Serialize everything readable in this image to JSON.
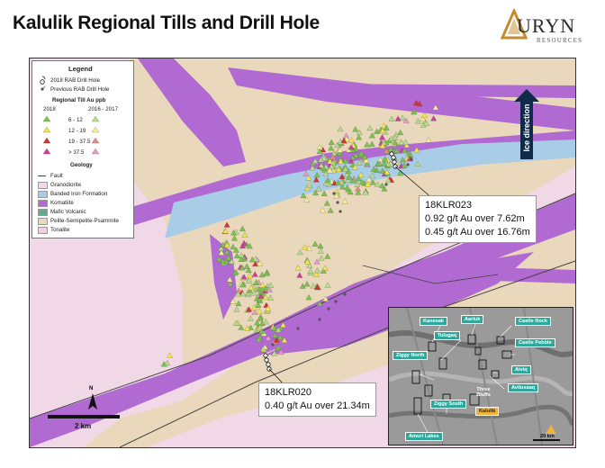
{
  "title": "Kalulik Regional Tills and Drill Hole",
  "logo": {
    "word": "URYN",
    "initial": "A",
    "sub": "RESOURCES"
  },
  "legend": {
    "title": "Legend",
    "drill_2018": "2018 RAB Drill Hole",
    "drill_prev": "Previous RAB Drill Hole",
    "till_title": "Regional Till Au ppb",
    "col_2018": "2018",
    "col_2016": "2016 - 2017",
    "ranges": [
      "6 - 12",
      "12 - 19",
      "19 - 37.5",
      "> 37.5"
    ],
    "range_colors_2018": [
      "#7dc24a",
      "#f5e64a",
      "#d93030",
      "#d43aa0"
    ],
    "range_colors_2016": [
      "#b8dc8e",
      "#f7ef96",
      "#ec8b8b",
      "#e89ccc"
    ],
    "geology_title": "Geology",
    "geology": [
      {
        "label": "Fault",
        "color": "#444444",
        "kind": "line"
      },
      {
        "label": "Granodiorite",
        "color": "#f2d6ea",
        "kind": "fill"
      },
      {
        "label": "Banded Iron Formation",
        "color": "#a9cde6",
        "kind": "fill"
      },
      {
        "label": "Komatiite",
        "color": "#b06ad2",
        "kind": "fill"
      },
      {
        "label": "Mafic Volcanic",
        "color": "#5fae8b",
        "kind": "fill"
      },
      {
        "label": "Pelite-Semipelite-Psammite",
        "color": "#ead8bc",
        "kind": "fill"
      },
      {
        "label": "Tonalite",
        "color": "#f5cfe0",
        "kind": "fill"
      }
    ]
  },
  "callouts": {
    "a": {
      "line1": "18KLR023",
      "line2": "0.92 g/t Au over 7.62m",
      "line3": "0.45 g/t Au over 16.76m"
    },
    "b": {
      "line1": "18KLR020",
      "line2": "0.40 g/t Au over 21.34m"
    }
  },
  "ice": "Ice direction",
  "scale": "2 km",
  "north": "N",
  "inset": {
    "scale": "20 km",
    "labels": [
      "Kanesak",
      "Aarluk",
      "Castle Rock",
      "Tulugaq",
      "Castle Pebble",
      "Ziggy North",
      "Aiviq",
      "Avilusaaq",
      "Ziggy South",
      "Kalulik",
      "Amuri Lakes"
    ],
    "three_bluffs": "Three\nBluffs",
    "highlight": "Kalulik"
  },
  "colors": {
    "granodiorite": "#f0d8e6",
    "pelite": "#ead8bc",
    "komatiite": "#b06ad2",
    "bif": "#a9cde6",
    "arrow": "#102a4a"
  }
}
